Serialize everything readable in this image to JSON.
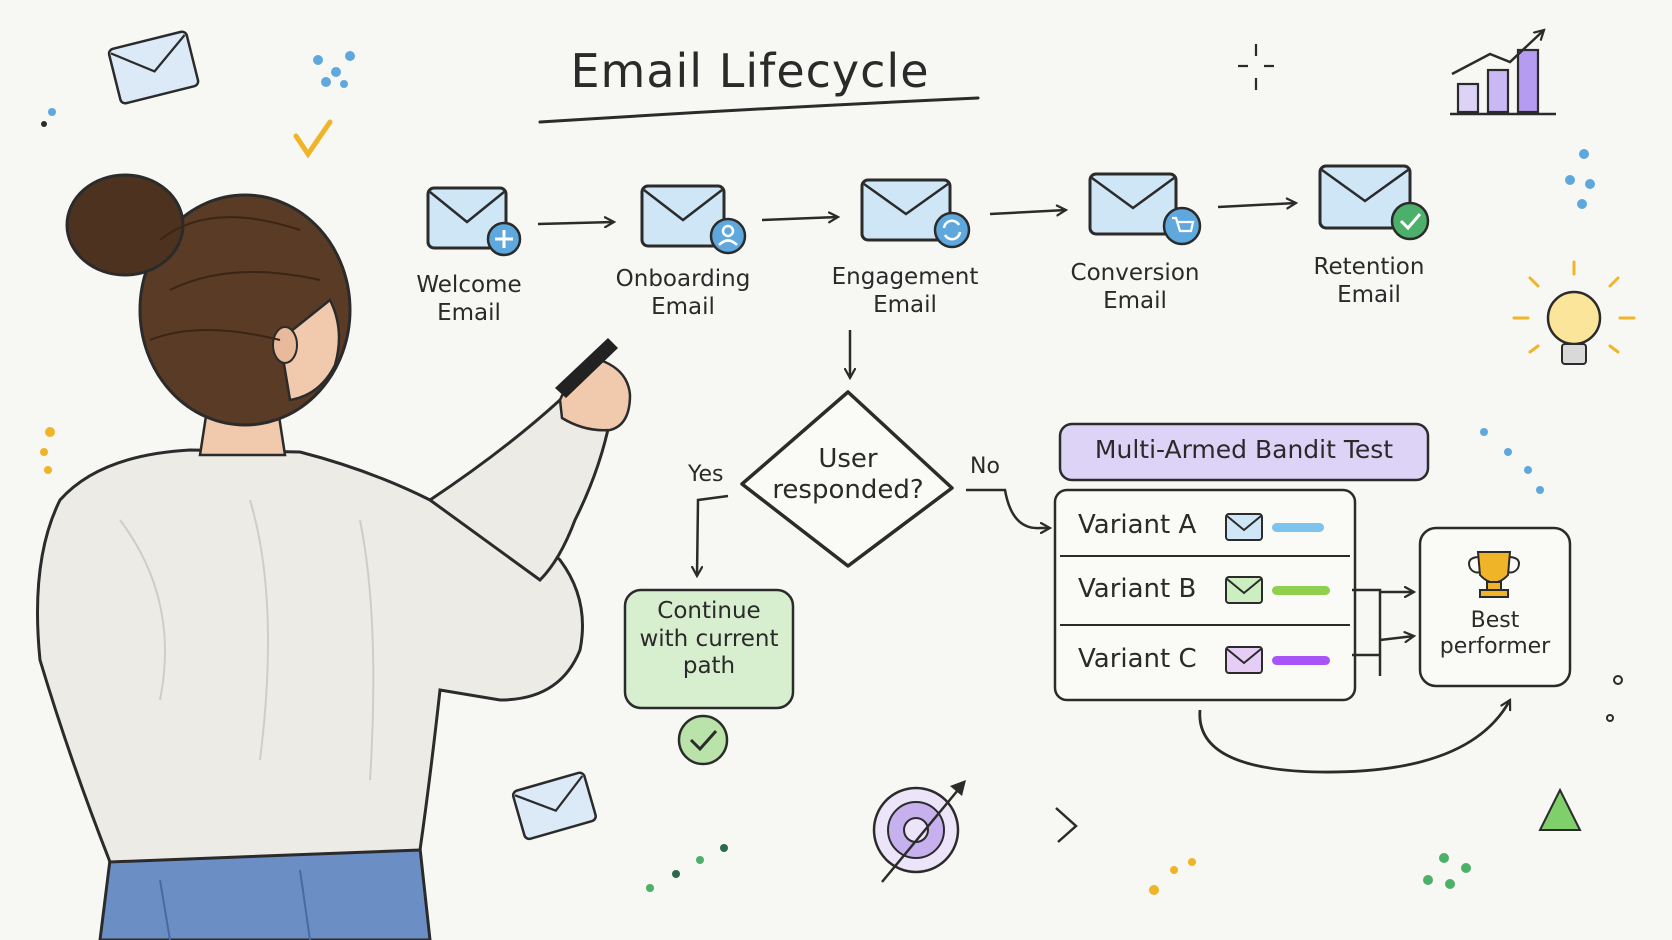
{
  "title": "Email Lifecycle",
  "steps": [
    {
      "line1": "Welcome",
      "line2": "Email",
      "icon": "plus-badge-icon"
    },
    {
      "line1": "Onboarding",
      "line2": "Email",
      "icon": "user-badge-icon"
    },
    {
      "line1": "Engagement",
      "line2": "Email",
      "icon": "refresh-badge-icon"
    },
    {
      "line1": "Conversion",
      "line2": "Email",
      "icon": "cart-badge-icon"
    },
    {
      "line1": "Retention",
      "line2": "Email",
      "icon": "check-badge-icon"
    }
  ],
  "decision": {
    "line1": "User",
    "line2": "responded?",
    "yes_label": "Yes",
    "no_label": "No"
  },
  "yes_path": {
    "line1": "Continue",
    "line2": "with current",
    "line3": "path"
  },
  "bandit": {
    "title": "Multi-Armed Bandit Test",
    "variants": [
      {
        "label": "Variant A",
        "color": "#7cc3ee"
      },
      {
        "label": "Variant B",
        "color": "#8fd14f"
      },
      {
        "label": "Variant C",
        "color": "#a855f7"
      }
    ]
  },
  "winner": {
    "line1": "Best",
    "line2": "performer",
    "icon": "trophy-icon"
  },
  "colors": {
    "envelope_fill": "#cfe6f7",
    "badge_fill": "#5fa8dd",
    "check_green": "#4caf6a",
    "green_box": "#d7efcf",
    "purple_tag": "#ddd3f7",
    "accent_yellow": "#f0b429"
  }
}
